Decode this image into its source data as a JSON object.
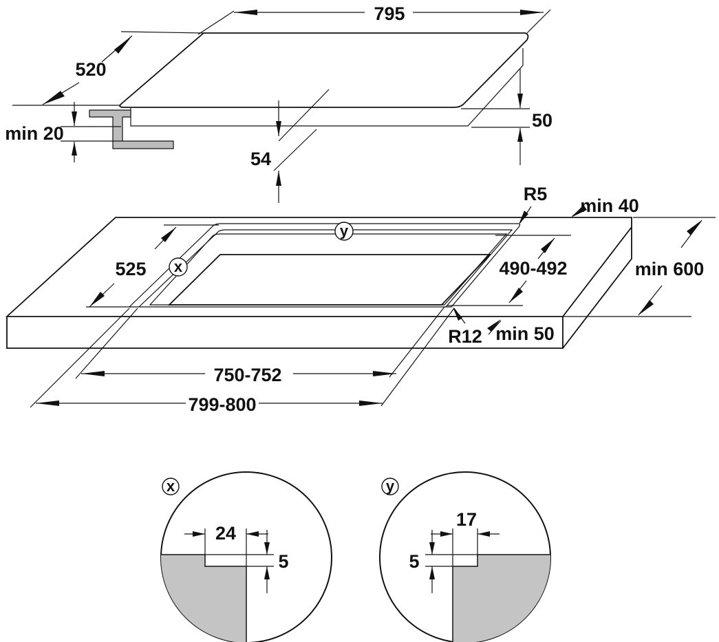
{
  "hob": {
    "width": "795",
    "depth": "520",
    "height": "50",
    "below_worktop": "54",
    "clearance": "min 20"
  },
  "cutout": {
    "radius_corner": "R5",
    "radius_inner": "R12",
    "rear_min": "min 40",
    "worktop_depth": "min 600",
    "depth_range": "525",
    "inner_depth": "490-492",
    "front_min": "min 50",
    "inner_width": "750-752",
    "outer_width": "799-800",
    "marker_x": "x",
    "marker_y": "y"
  },
  "detail_x": {
    "label": "x",
    "step_width": "24",
    "step_depth": "5"
  },
  "detail_y": {
    "label": "y",
    "step_width": "17",
    "step_depth": "5"
  }
}
